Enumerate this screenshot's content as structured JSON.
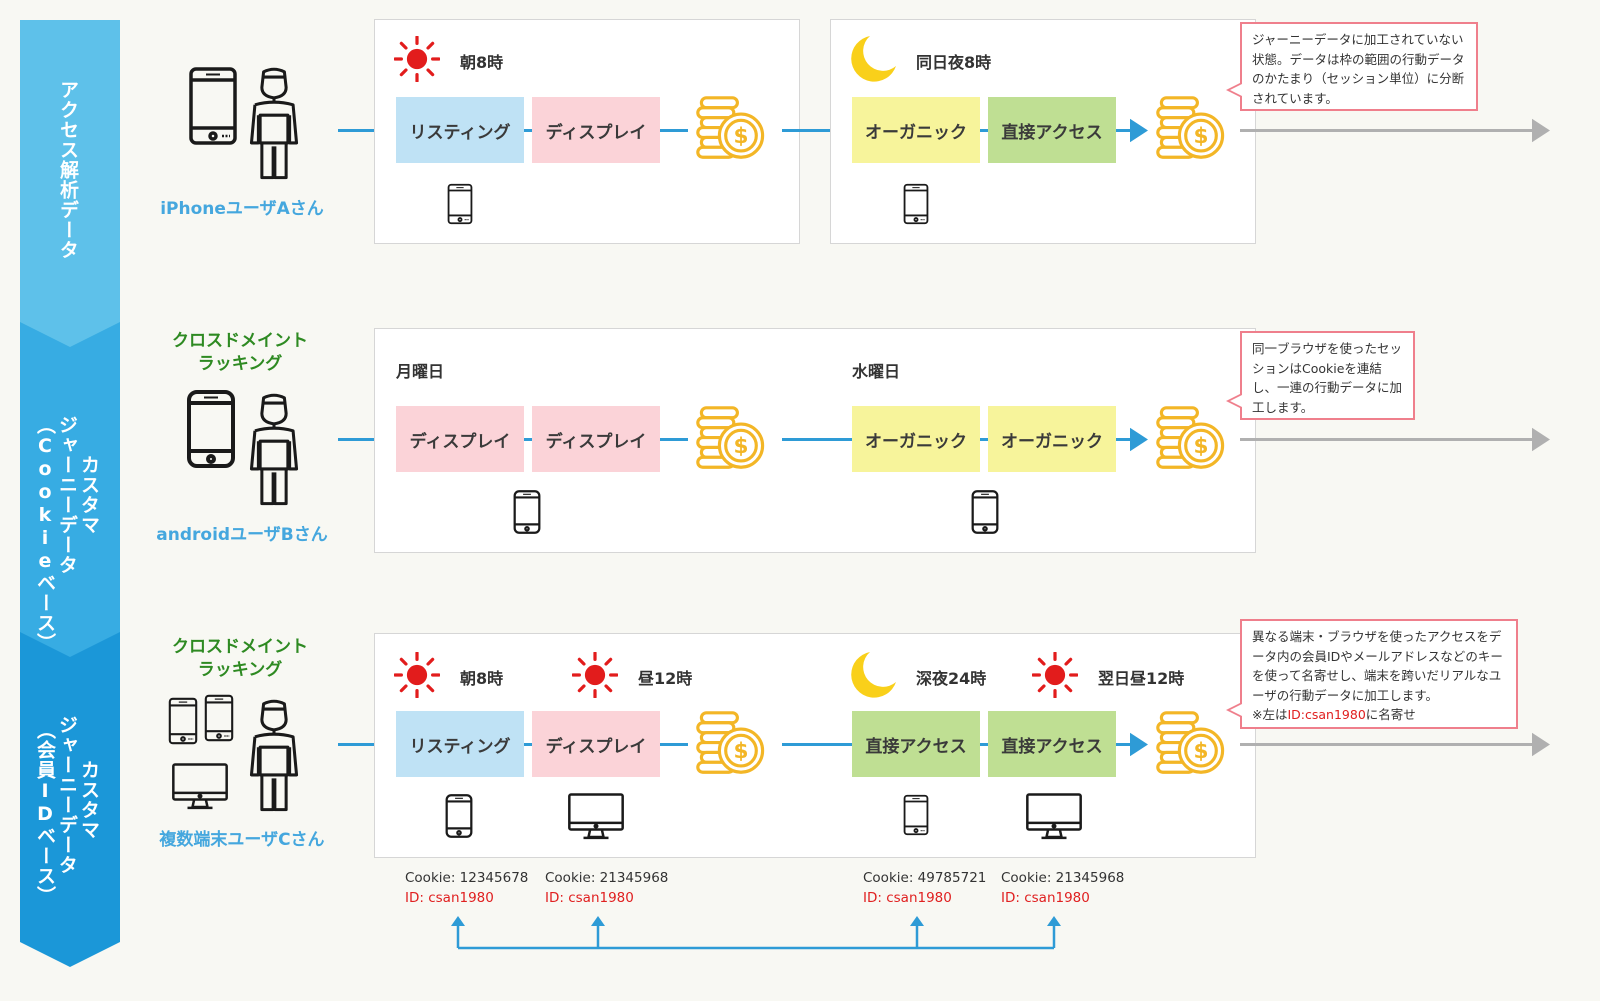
{
  "sections": [
    {
      "side_label": "アクセス解析データ"
    },
    {
      "side_label_1": "カスタマ",
      "side_label_2": "ジャーニーデータ",
      "side_label_3": "（Cookieベース）"
    },
    {
      "side_label_1": "カスタマ",
      "side_label_2": "ジャーニーデータ",
      "side_label_3": "（会員IDベース）"
    }
  ],
  "row1": {
    "user_label": "iPhoneユーザAさん",
    "time_left": "朝8時",
    "time_right": "同日夜8時",
    "chips": [
      "リスティング",
      "ディスプレイ",
      "オーガニック",
      "直接アクセス"
    ],
    "note": "ジャーニーデータに加工されていない状態。データは枠の範囲の行動データのかたまり（セッション単位）に分断されています。"
  },
  "row2": {
    "cdm_label_1": "クロスドメイント",
    "cdm_label_2": "ラッキング",
    "user_label": "androidユーザBさん",
    "time_left": "月曜日",
    "time_right": "水曜日",
    "chips": [
      "ディスプレイ",
      "ディスプレイ",
      "オーガニック",
      "オーガニック"
    ],
    "note": "同一ブラウザを使ったセッションはCookieを連結し、一連の行動データに加工します。"
  },
  "row3": {
    "cdm_label_1": "クロスドメイント",
    "cdm_label_2": "ラッキング",
    "user_label": "複数端末ユーザCさん",
    "times": [
      "朝8時",
      "昼12時",
      "深夜24時",
      "翌日昼12時"
    ],
    "chips": [
      "リスティング",
      "ディスプレイ",
      "直接アクセス",
      "直接アクセス"
    ],
    "note_main": "異なる端末・ブラウザを使ったアクセスをデータ内の会員IDやメールアドレスなどのキーを使って名寄せし、端末を跨いだリアルなユーザの行動データに加工します。",
    "note_prefix": "※左は",
    "note_id": "ID:csan1980",
    "note_suffix": "に名寄せ",
    "cookies": [
      {
        "cookie": "Cookie: 12345678",
        "id": "ID: csan1980"
      },
      {
        "cookie": "Cookie: 21345968",
        "id": "ID: csan1980"
      },
      {
        "cookie": "Cookie: 49785721",
        "id": "ID: csan1980"
      },
      {
        "cookie": "Cookie: 21345968",
        "id": "ID: csan1980"
      }
    ]
  },
  "icons": {
    "user": "person-icon",
    "phone": "smartphone-icon",
    "desktop": "desktop-monitor-icon",
    "coins": "coin-stack-dollar-icon",
    "sun": "sun-icon",
    "moon": "crescent-moon-icon"
  },
  "colors": {
    "side_band_1": "#5ec1ea",
    "side_band_2": "#37ace3",
    "side_band_3": "#1b97d8",
    "flow_line": "#2e9bd6",
    "chip_listing": "#bfe2f5",
    "chip_display": "#fbd3d8",
    "chip_organic": "#f7f49b",
    "chip_direct": "#bfdf93",
    "note_border": "#ef7f8c",
    "id_red": "#e02020",
    "cdm_green": "#2e8a22",
    "coin": "#f3b626"
  }
}
